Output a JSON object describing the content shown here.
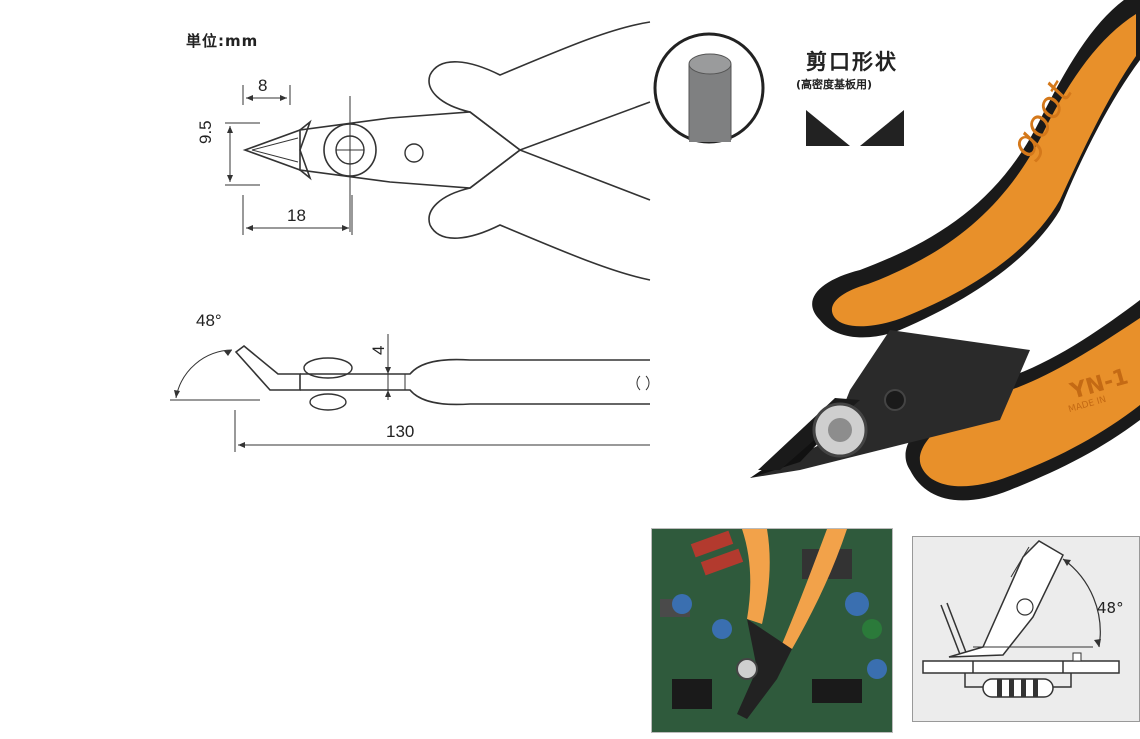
{
  "unit_label": "単位:mm",
  "dimensions": {
    "jaw_length": "8",
    "jaw_width": "9.5",
    "head_length": "18",
    "head_angle": "48°",
    "jaw_thickness": "4",
    "overall_length": "130"
  },
  "cutting_shape": {
    "title": "剪口形状",
    "subtitle": "(高密度基板用)"
  },
  "product_markings": {
    "brand": "goot",
    "model": "YN-1",
    "origin": "MADE IN"
  },
  "usage_diagram": {
    "angle": "48°"
  },
  "colors": {
    "handle": "#e8902a",
    "grip_edge": "#1a1a1a",
    "metal": "#2a2a2a",
    "pcb": "#2f5a3c",
    "drawing_line": "#333333"
  }
}
